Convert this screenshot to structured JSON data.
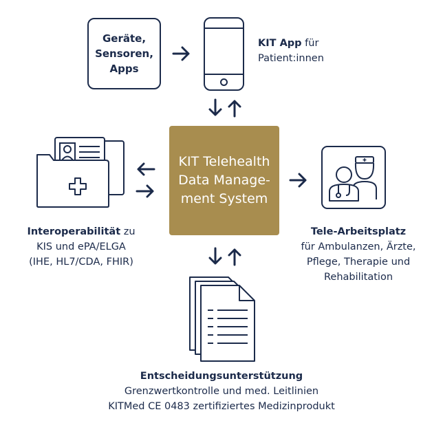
{
  "devices": {
    "lines": [
      "Geräte,",
      "Sensoren,",
      "Apps"
    ]
  },
  "app": {
    "title": "KIT App",
    "rest": " für",
    "line2": "Patient:innen"
  },
  "center": {
    "lines": [
      "KIT Telehealth",
      "Data Manage-",
      "ment System"
    ]
  },
  "interop": {
    "title": "Interoperabilität",
    "rest": " zu",
    "line2": "KIS und ePA/ELGA",
    "line3": "(IHE, HL7/CDA, FHIR)"
  },
  "tele": {
    "title": "Tele-Arbeitsplatz",
    "line2": "für Ambulanzen, Ärzte,",
    "line3": "Pflege, Therapie und",
    "line4": "Rehabilitation"
  },
  "decision": {
    "title": "Entscheidungsunterstützung",
    "line2": "Grenzwertkontrolle und med. Leitlinien",
    "line3": "KITMed CE 0483 zertifiziertes Medizinprodukt"
  },
  "icons": {
    "devices_to_app": "arrow-right-icon",
    "phone": "smartphone-icon",
    "app_link": "bidirectional-arrows-icon",
    "folder": "patient-folder-icon",
    "doctors": "medical-staff-icon",
    "documents": "documents-icon"
  },
  "colors": {
    "navy": "#1b2a4a",
    "gold": "#a88d4f"
  }
}
